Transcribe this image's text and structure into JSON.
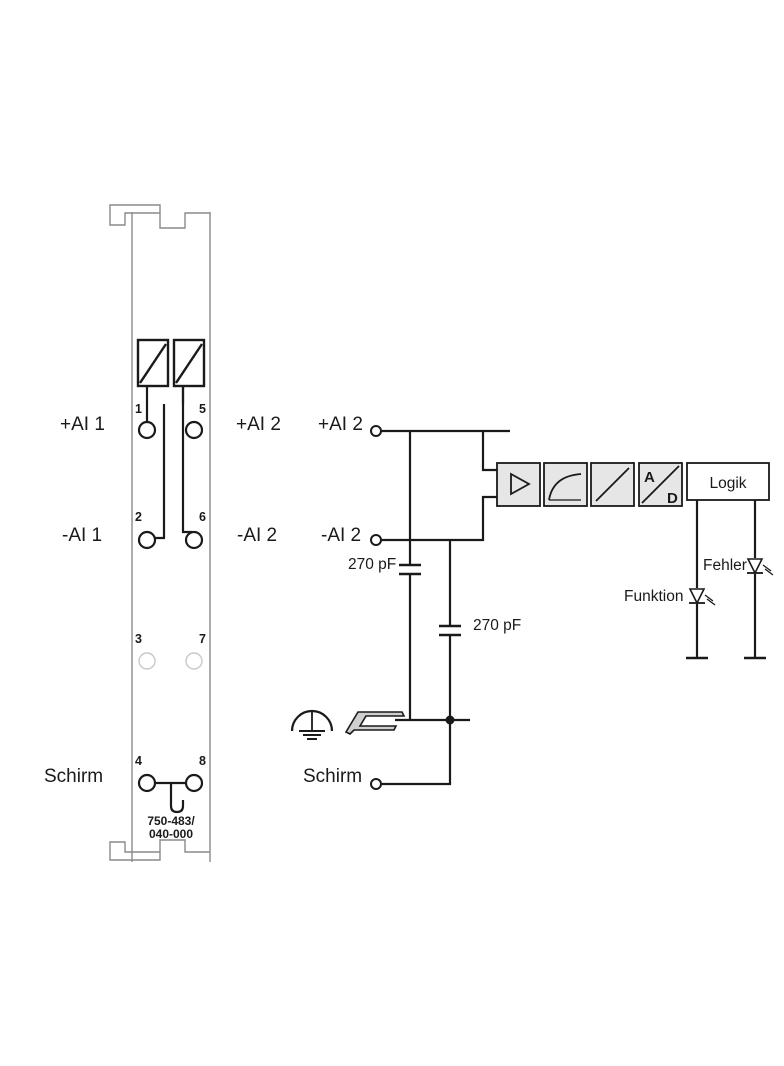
{
  "module": {
    "terminals": {
      "t1": "1",
      "t2": "2",
      "t3": "3",
      "t4": "4",
      "t5": "5",
      "t6": "6",
      "t7": "7",
      "t8": "8"
    },
    "part_number_line1": "750-483/",
    "part_number_line2": "040-000"
  },
  "left_labels": {
    "ai1_plus": "+AI 1",
    "ai1_minus": "-AI 1",
    "shield": "Schirm",
    "ai2_plus": "+AI 2",
    "ai2_minus": "-AI 2"
  },
  "schematic": {
    "ai2_plus": "+AI 2",
    "ai2_minus": "-AI 2",
    "cap1": "270 pF",
    "cap2": "270 pF",
    "shield": "Schirm",
    "adc_a": "A",
    "adc_d": "D",
    "logic": "Logik",
    "error_led": "Fehler",
    "function_led": "Funktion"
  },
  "colors": {
    "line": "#1a1a1a",
    "module_outline": "#8a8a8a",
    "block_fill": "#e6e6e6"
  }
}
